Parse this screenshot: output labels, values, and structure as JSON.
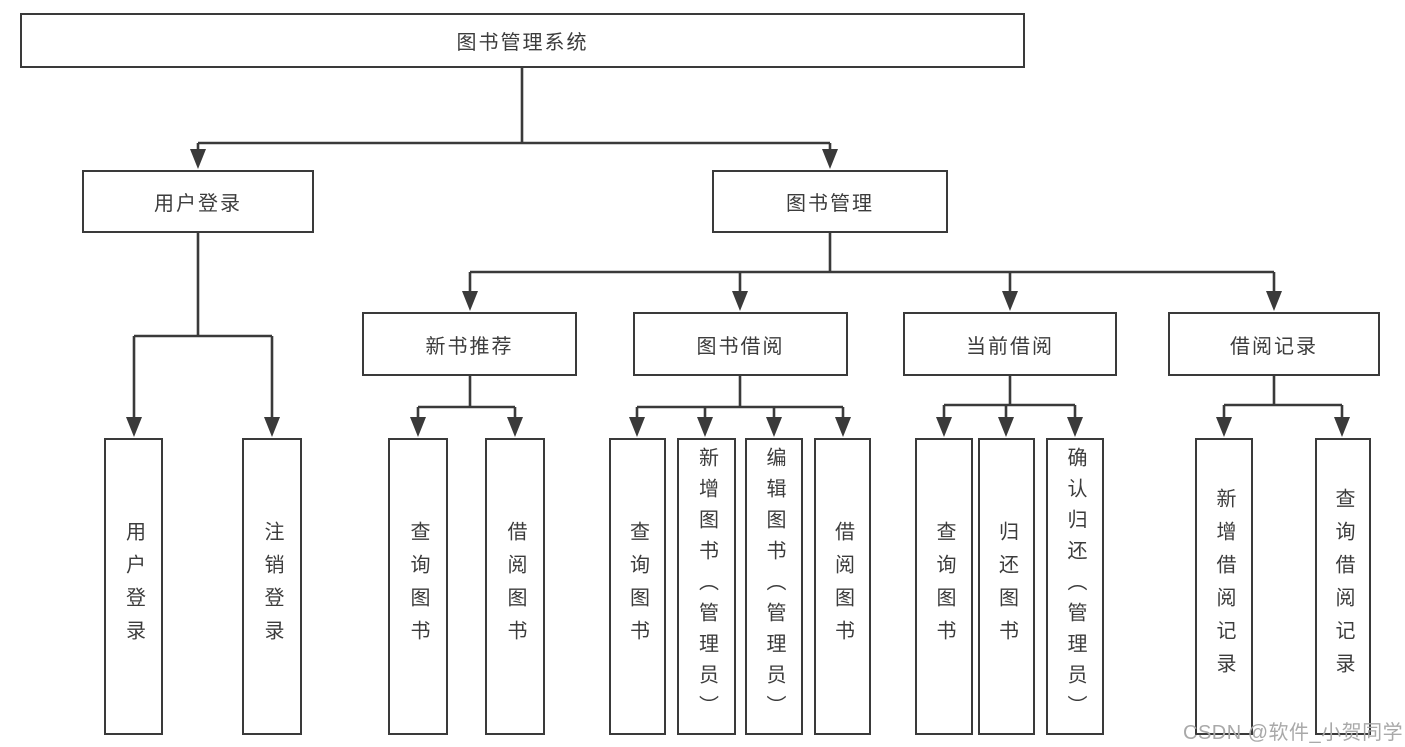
{
  "colors": {
    "line": "#3a3a3a",
    "text": "#3c3c3c",
    "bg": "#ffffff",
    "watermark": "#a9a9a9"
  },
  "watermark": "CSDN @软件_小贺同学",
  "diagram": {
    "root": {
      "label": "图书管理系统"
    },
    "level2": [
      {
        "label": "用户登录"
      },
      {
        "label": "图书管理"
      }
    ],
    "level3": [
      {
        "label": "新书推荐"
      },
      {
        "label": "图书借阅"
      },
      {
        "label": "当前借阅"
      },
      {
        "label": "借阅记录"
      }
    ],
    "leaves": [
      {
        "label": "用户登录"
      },
      {
        "label": "注销登录"
      },
      {
        "label": "查询图书"
      },
      {
        "label": "借阅图书"
      },
      {
        "label": "查询图书"
      },
      {
        "label": "新增图书（管理员）"
      },
      {
        "label": "编辑图书（管理员）"
      },
      {
        "label": "借阅图书"
      },
      {
        "label": "查询图书"
      },
      {
        "label": "归还图书"
      },
      {
        "label": "确认归还（管理员）"
      },
      {
        "label": "新增借阅记录"
      },
      {
        "label": "查询借阅记录"
      }
    ]
  }
}
